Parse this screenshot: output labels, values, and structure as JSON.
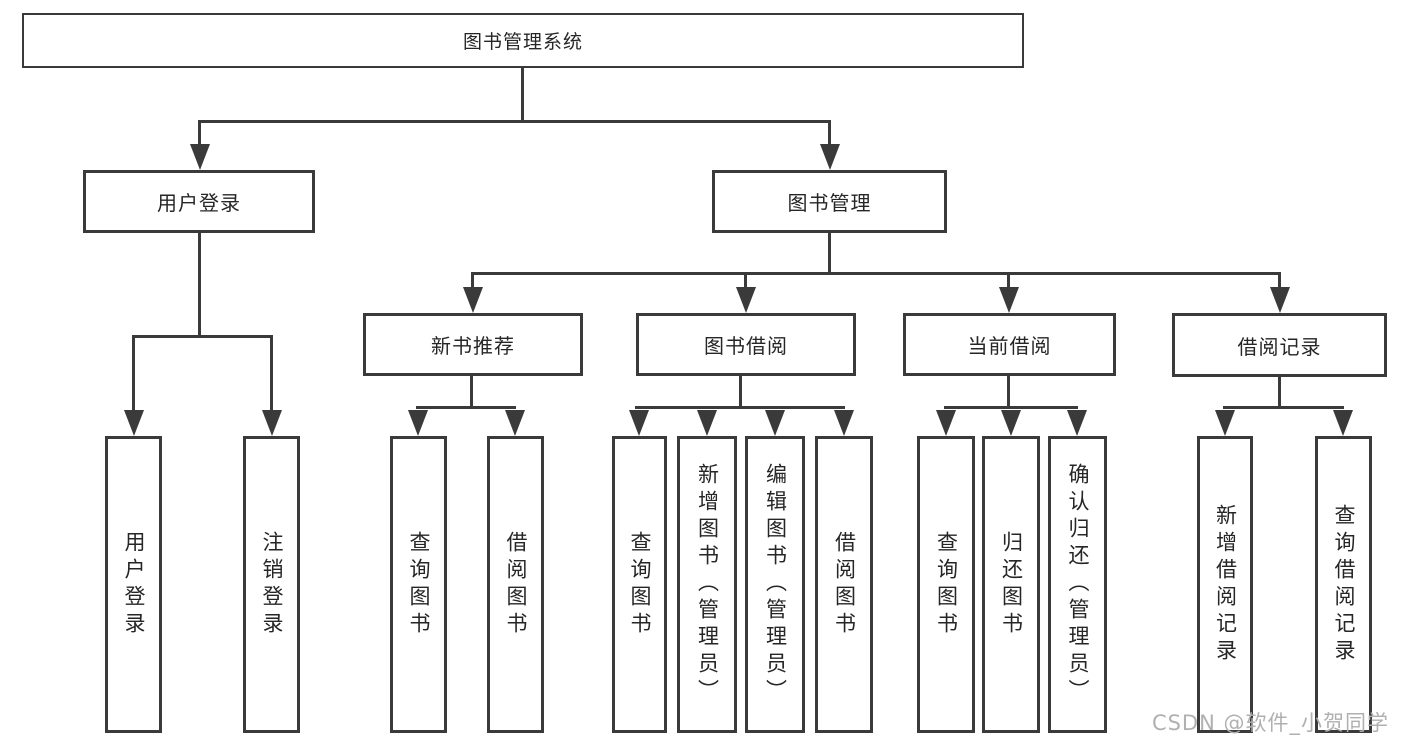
{
  "tree": {
    "root": "图书管理系统",
    "branches": [
      {
        "label": "用户登录",
        "children": [
          "用户登录",
          "注销登录"
        ]
      },
      {
        "label": "图书管理",
        "children": [
          {
            "label": "新书推荐",
            "children": [
              "查询图书",
              "借阅图书"
            ]
          },
          {
            "label": "图书借阅",
            "children": [
              "查询图书",
              "新增图书（管理员）",
              "编辑图书（管理员）",
              "借阅图书"
            ]
          },
          {
            "label": "当前借阅",
            "children": [
              "查询图书",
              "归还图书",
              "确认归还（管理员）"
            ]
          },
          {
            "label": "借阅记录",
            "children": [
              "新增借阅记录",
              "查询借阅记录"
            ]
          }
        ]
      }
    ]
  },
  "watermark": "CSDN @软件_小贺同学",
  "colors": {
    "line": "#3a3a3a",
    "text": "#262626",
    "watermark": "#b0b0b0",
    "background": "#ffffff"
  }
}
